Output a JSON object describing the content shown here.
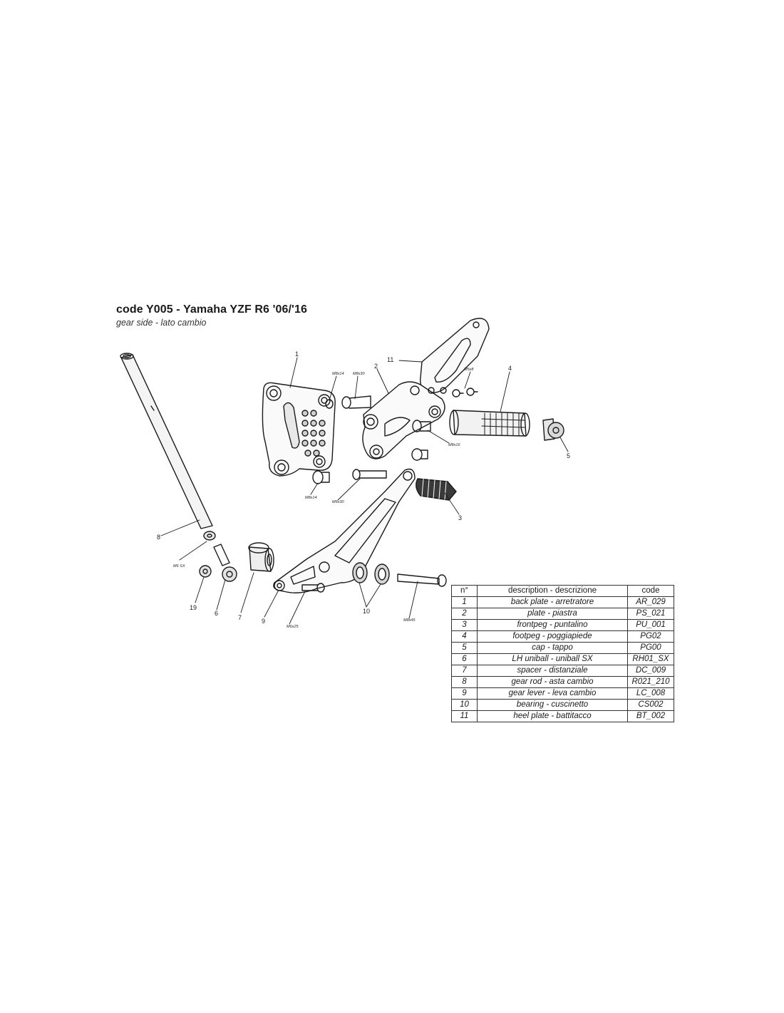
{
  "header": {
    "title": "code Y005 - Yamaha YZF R6 '06/'16",
    "subtitle": "gear side - lato cambio"
  },
  "callouts": {
    "c1": "1",
    "c2": "2",
    "c3": "3",
    "c4": "4",
    "c5": "5",
    "c6": "6",
    "c7": "7",
    "c8": "8",
    "c9": "9",
    "c10": "10",
    "c11": "11",
    "c19": "19"
  },
  "threads": {
    "m8x14_top": "M8x14",
    "m8x30": "M8x30",
    "m5x8": "M5x8",
    "m8x16": "M8x16",
    "m8x14_bottom": "M8x14",
    "m6x30": "M6x30",
    "m6_sx": "M6 SX",
    "m6x25": "M6x25",
    "m8x45": "M8x45"
  },
  "table": {
    "headers": {
      "n": "n°",
      "description": "description - descrizione",
      "code": "code"
    },
    "rows": [
      {
        "n": "1",
        "description": "back plate - arretratore",
        "code": "AR_029"
      },
      {
        "n": "2",
        "description": "plate - piastra",
        "code": "PS_021"
      },
      {
        "n": "3",
        "description": "frontpeg - puntalino",
        "code": "PU_001"
      },
      {
        "n": "4",
        "description": "footpeg - poggiapiede",
        "code": "PG02"
      },
      {
        "n": "5",
        "description": "cap - tappo",
        "code": "PG00"
      },
      {
        "n": "6",
        "description": "LH uniball - uniball SX",
        "code": "RH01_SX"
      },
      {
        "n": "7",
        "description": "spacer - distanziale",
        "code": "DC_009"
      },
      {
        "n": "8",
        "description": "gear rod - asta cambio",
        "code": "R021_210"
      },
      {
        "n": "9",
        "description": "gear lever - leva cambio",
        "code": "LC_008"
      },
      {
        "n": "10",
        "description": "bearing - cuscinetto",
        "code": "CS002"
      },
      {
        "n": "11",
        "description": "heel plate - battitacco",
        "code": "BT_002"
      }
    ]
  }
}
